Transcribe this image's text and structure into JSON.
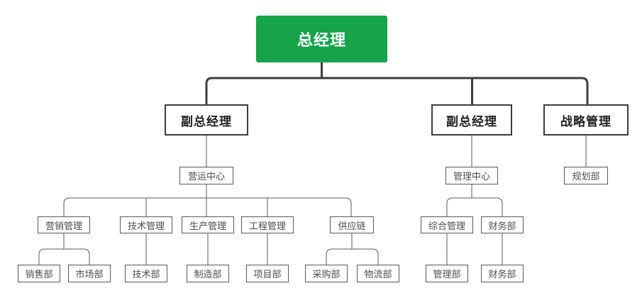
{
  "page": {
    "background": "#ffffff"
  },
  "palette": {
    "root_fill": "#16a34a",
    "root_text": "#ffffff",
    "l2_border": "#3d3d3d",
    "l2_text": "#222222",
    "box_border": "#595959",
    "box_text": "#4d4d4d",
    "thick_line": "#3d3d3d",
    "thin_line": "#595959"
  },
  "org": {
    "nodes": [
      {
        "id": "gm",
        "label": "总经理",
        "parent": null,
        "variant": "root"
      },
      {
        "id": "vgm1",
        "label": "副总经理",
        "parent": "gm",
        "variant": "l2"
      },
      {
        "id": "vgm2",
        "label": "副总经理",
        "parent": "gm",
        "variant": "l2"
      },
      {
        "id": "strategy",
        "label": "战略管理",
        "parent": "gm",
        "variant": "l2"
      },
      {
        "id": "ops-center",
        "label": "营运中心",
        "parent": "vgm1",
        "variant": "plain"
      },
      {
        "id": "mgmt-center",
        "label": "管理中心",
        "parent": "vgm2",
        "variant": "plain"
      },
      {
        "id": "planning",
        "label": "规划部",
        "parent": "strategy",
        "variant": "plain"
      },
      {
        "id": "marketing-mgmt",
        "label": "营销管理",
        "parent": "ops-center",
        "variant": "plain"
      },
      {
        "id": "tech-mgmt",
        "label": "技术管理",
        "parent": "ops-center",
        "variant": "plain"
      },
      {
        "id": "production-mgmt",
        "label": "生产管理",
        "parent": "ops-center",
        "variant": "plain"
      },
      {
        "id": "engineering-mgmt",
        "label": "工程管理",
        "parent": "ops-center",
        "variant": "plain"
      },
      {
        "id": "supply-chain",
        "label": "供应链",
        "parent": "ops-center",
        "variant": "plain"
      },
      {
        "id": "general-mgmt",
        "label": "综合管理",
        "parent": "mgmt-center",
        "variant": "plain"
      },
      {
        "id": "finance-l4",
        "label": "财务部",
        "parent": "mgmt-center",
        "variant": "plain"
      },
      {
        "id": "sales",
        "label": "销售部",
        "parent": "marketing-mgmt",
        "variant": "plain"
      },
      {
        "id": "market",
        "label": "市场部",
        "parent": "marketing-mgmt",
        "variant": "plain"
      },
      {
        "id": "tech-dept",
        "label": "技术部",
        "parent": "tech-mgmt",
        "variant": "plain"
      },
      {
        "id": "manufacturing",
        "label": "制造部",
        "parent": "production-mgmt",
        "variant": "plain"
      },
      {
        "id": "project",
        "label": "项目部",
        "parent": "engineering-mgmt",
        "variant": "plain"
      },
      {
        "id": "procurement",
        "label": "采购部",
        "parent": "supply-chain",
        "variant": "plain"
      },
      {
        "id": "logistics",
        "label": "物流部",
        "parent": "supply-chain",
        "variant": "plain"
      },
      {
        "id": "mgmt-dept",
        "label": "管理部",
        "parent": "general-mgmt",
        "variant": "plain"
      },
      {
        "id": "finance-l5",
        "label": "财务部",
        "parent": "finance-l4",
        "variant": "plain"
      }
    ]
  }
}
